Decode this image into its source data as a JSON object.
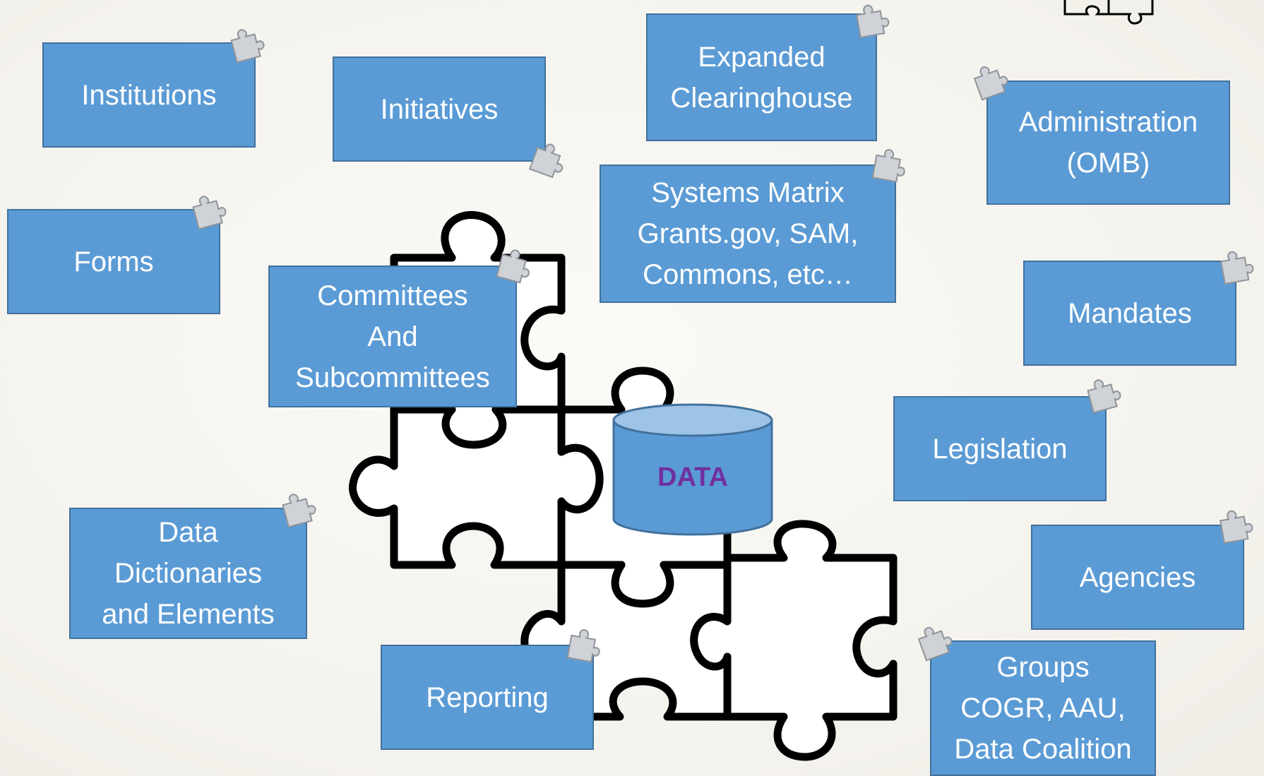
{
  "nodes": {
    "institutions": "Institutions",
    "initiatives": "Initiatives",
    "expanded_clearinghouse": "Expanded\nClearinghouse",
    "administration": "Administration\n(OMB)",
    "forms": "Forms",
    "systems_matrix": "Systems Matrix\nGrants.gov, SAM,\nCommons, etc…",
    "committees": "Committees\nAnd\nSubcommittees",
    "mandates": "Mandates",
    "legislation": "Legislation",
    "data_dictionaries": "Data\nDictionaries\nand Elements",
    "agencies": "Agencies",
    "reporting": "Reporting",
    "groups": "Groups\nCOGR, AAU,\nData Coalition"
  },
  "center": {
    "label": "DATA"
  },
  "colors": {
    "box_fill": "#5b9bd5",
    "box_border": "#41719c",
    "box_text": "#ffffff",
    "cylinder_fill": "#5b9bd5",
    "cylinder_top": "#9dc3e6",
    "data_text": "#7030a0",
    "puzzle_outline": "#000000"
  }
}
